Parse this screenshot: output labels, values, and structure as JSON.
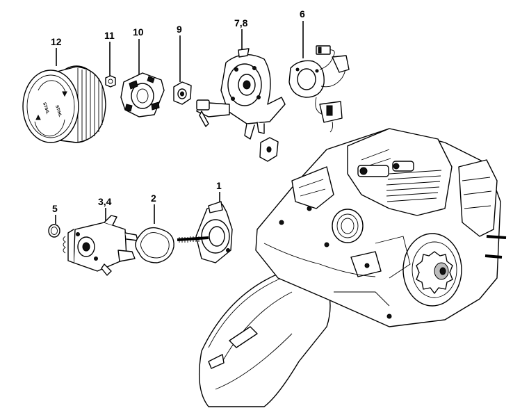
{
  "diagram": {
    "callouts": [
      {
        "id": "12",
        "label": "12"
      },
      {
        "id": "11",
        "label": "11"
      },
      {
        "id": "10",
        "label": "10"
      },
      {
        "id": "9",
        "label": "9"
      },
      {
        "id": "7_8",
        "label": "7,8"
      },
      {
        "id": "6",
        "label": "6"
      },
      {
        "id": "5",
        "label": "5"
      },
      {
        "id": "3_4",
        "label": "3,4"
      },
      {
        "id": "2",
        "label": "2"
      },
      {
        "id": "1",
        "label": "1"
      }
    ],
    "filter_cover_text": "STIHL"
  },
  "colors": {
    "line": "#000000",
    "background": "#ffffff",
    "shade": "#bdbdbd"
  }
}
